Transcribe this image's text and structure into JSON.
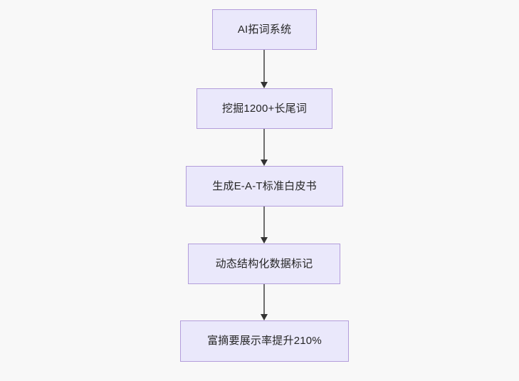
{
  "diagram": {
    "type": "flowchart",
    "direction": "top-to-bottom",
    "background_color": "#f8f8f8",
    "node_fill_color": "#eae8fb",
    "node_border_color": "#b39ddb",
    "node_text_color": "#262626",
    "connector_color": "#6e6e6e",
    "nodes": [
      {
        "id": "node-0",
        "label": "AI拓词系统"
      },
      {
        "id": "node-1",
        "label": "挖掘1200+长尾词"
      },
      {
        "id": "node-2",
        "label": "生成E-A-T标准白皮书"
      },
      {
        "id": "node-3",
        "label": "动态结构化数据标记"
      },
      {
        "id": "node-4",
        "label": "富摘要展示率提升210%"
      }
    ],
    "edges": [
      {
        "id": "conn-0",
        "from": "node-0",
        "to": "node-1",
        "arrow": "down-arrow-icon"
      },
      {
        "id": "conn-1",
        "from": "node-1",
        "to": "node-2",
        "arrow": "down-arrow-icon"
      },
      {
        "id": "conn-2",
        "from": "node-2",
        "to": "node-3",
        "arrow": "down-arrow-icon"
      },
      {
        "id": "conn-3",
        "from": "node-3",
        "to": "node-4",
        "arrow": "down-arrow-icon"
      }
    ]
  }
}
